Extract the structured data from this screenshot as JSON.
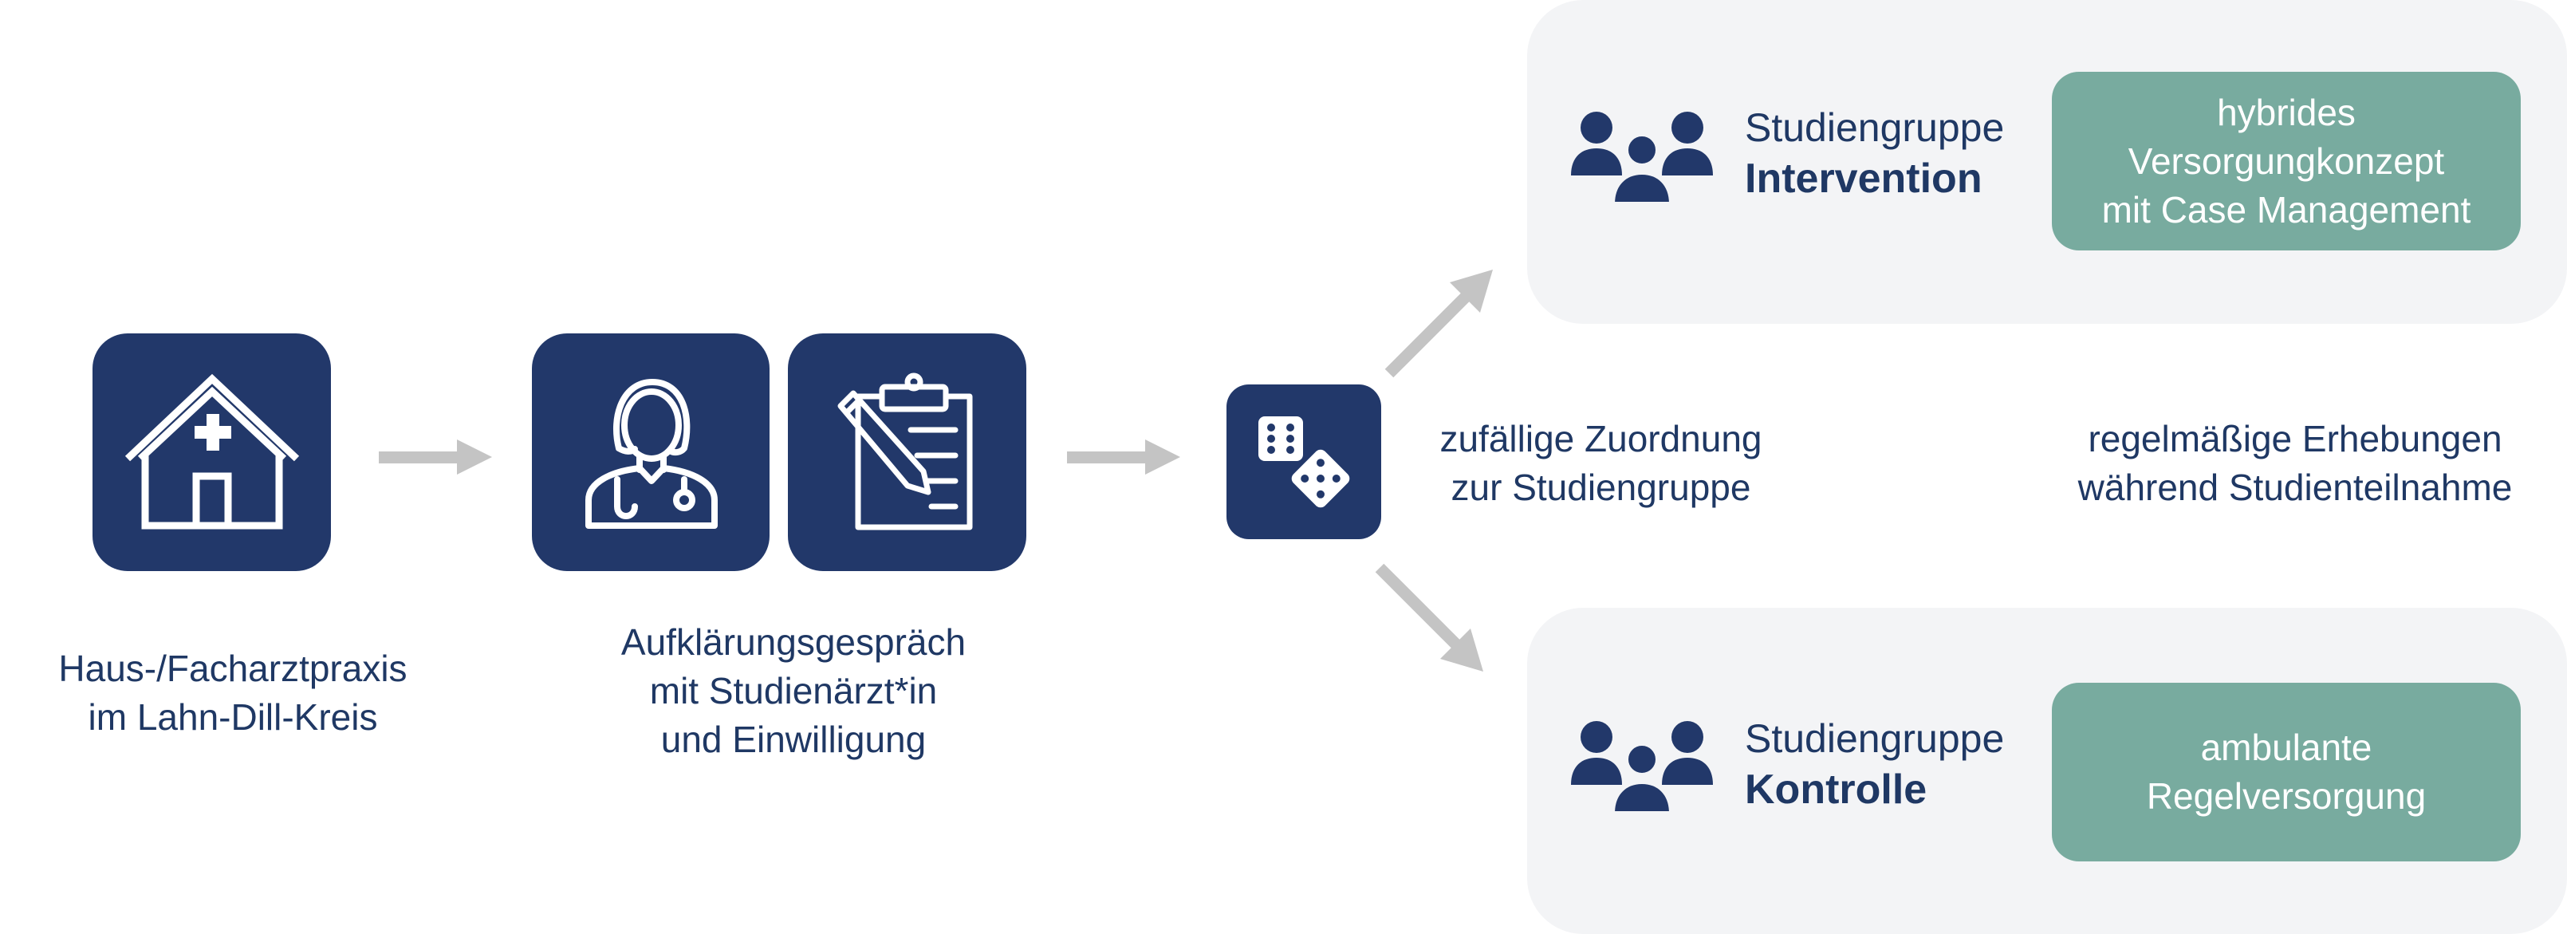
{
  "colors": {
    "navy": "#22386a",
    "text": "#1f3864",
    "teal": "#78ab9f",
    "panel": "#f3f4f6",
    "arrow": "#c4c4c4"
  },
  "steps": [
    {
      "icon": "house-medical-icon",
      "caption": [
        "Haus-/Facharztpraxis",
        "im Lahn-Dill-Kreis"
      ]
    },
    {
      "icons": [
        "doctor-icon",
        "clipboard-pen-icon"
      ],
      "caption": [
        "Aufklärungsgespräch",
        "mit Studienärzt*in",
        "und Einwilligung"
      ]
    },
    {
      "icon": "dice-icon",
      "caption": [
        "zufällige Zuordnung",
        "zur Studiengruppe"
      ]
    }
  ],
  "survey_note": [
    "regelmäßige Erhebungen",
    "während Studienteilnahme"
  ],
  "groups": {
    "intervention": {
      "label": "Studiengruppe",
      "name": "Intervention",
      "icon": "people-group-icon",
      "care": [
        "hybrides",
        "Versorgungkonzept",
        "mit Case Management"
      ]
    },
    "control": {
      "label": "Studiengruppe",
      "name": "Kontrolle",
      "icon": "people-group-icon",
      "care": [
        "ambulante",
        "Regelversorgung"
      ]
    }
  }
}
